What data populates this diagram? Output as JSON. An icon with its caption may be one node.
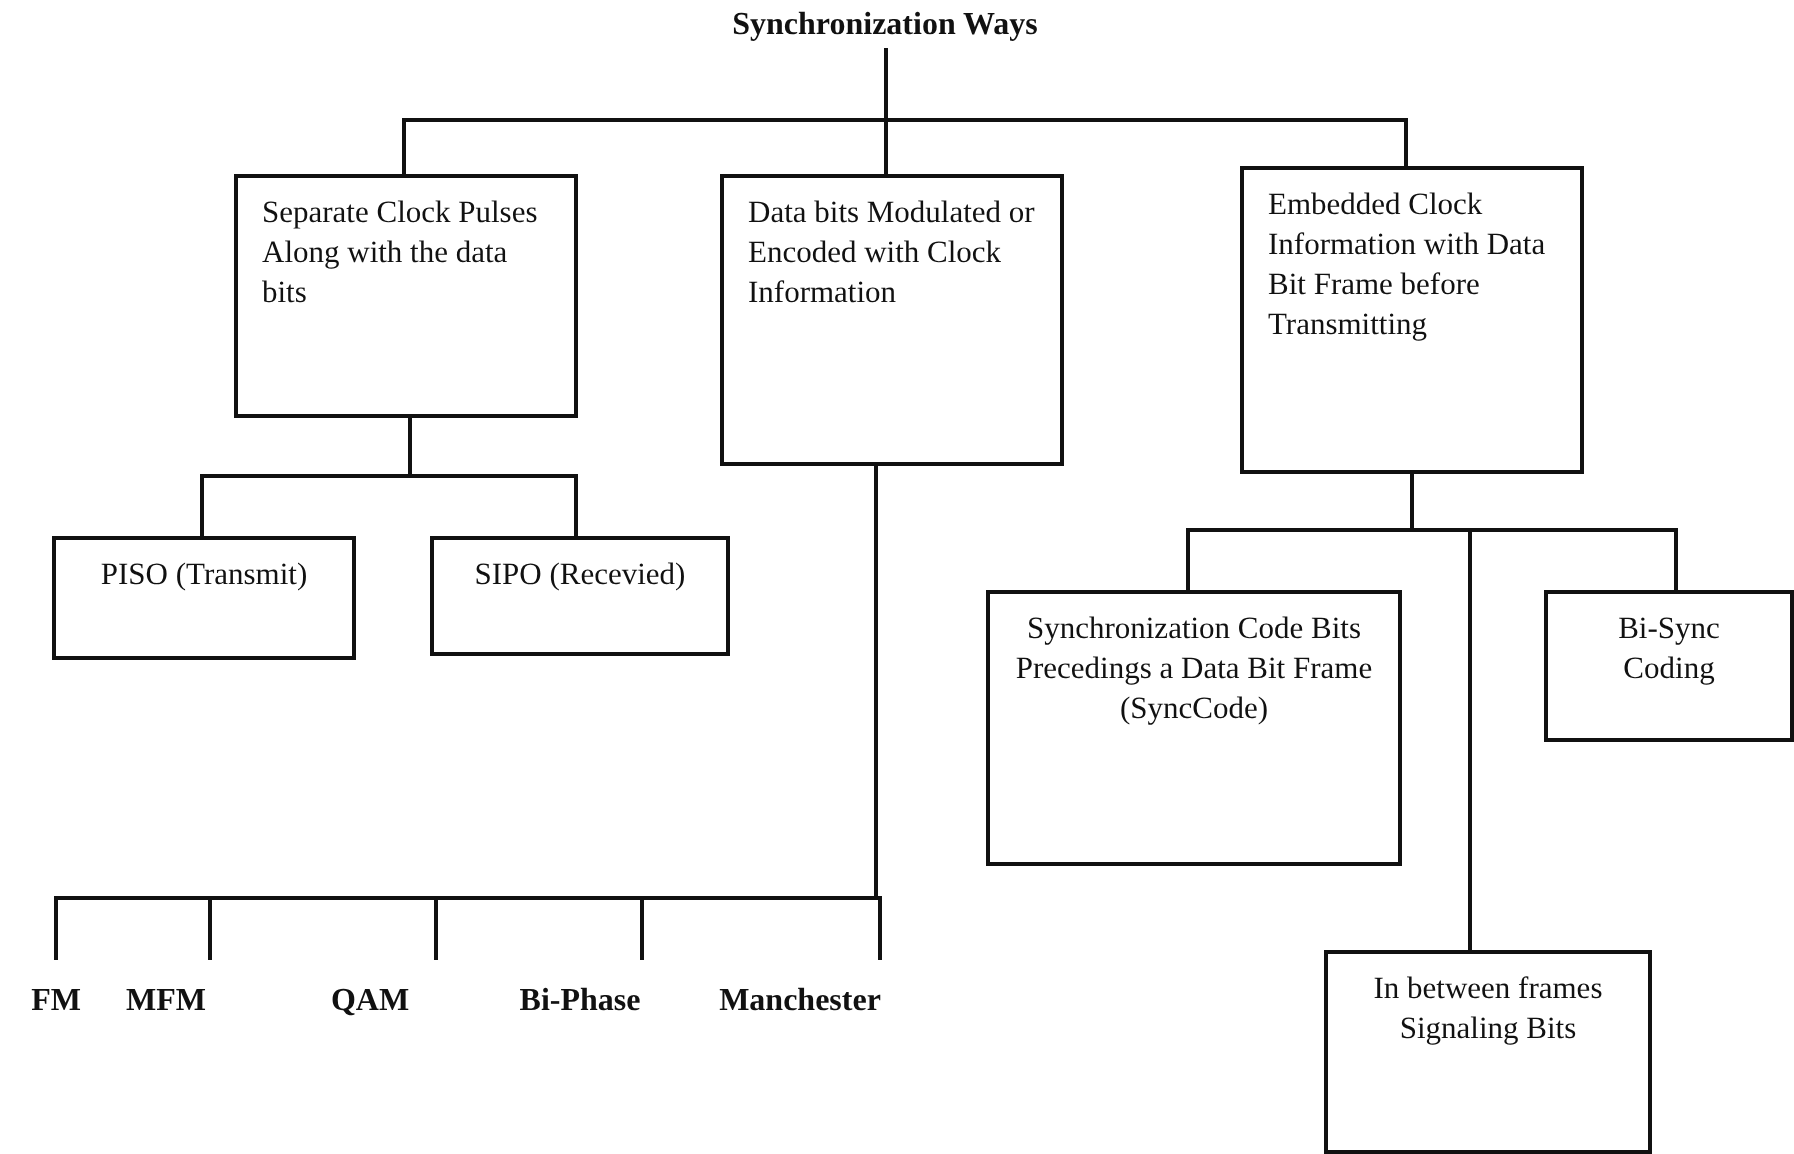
{
  "diagram": {
    "nodes": [
      {
        "text": [
          "Synchronization Ways"
        ]
      },
      {
        "text": [
          "Separate Clock Pulses Along with the data bits"
        ]
      },
      {
        "text": [
          "Data bits Modulated or Encoded with Clock Information"
        ]
      },
      {
        "text": [
          "Embedded Clock Information with Data Bit Frame before Transmitting"
        ]
      },
      {
        "text": [
          "PISO (Transmit)"
        ]
      },
      {
        "text": [
          "SIPO (Recevied)"
        ]
      },
      {
        "text": [
          "Synchronization Code Bits Precedings a Data Bit Frame (SyncCode)"
        ]
      },
      {
        "text": [
          "Bi-Sync Coding"
        ]
      },
      {
        "text": [
          "In between frames Signaling Bits"
        ]
      },
      {
        "text": [
          "FM"
        ]
      },
      {
        "text": [
          "MFM"
        ]
      },
      {
        "text": [
          "QAM"
        ]
      },
      {
        "text": [
          "Bi-Phase"
        ]
      },
      {
        "text": [
          "Manchester"
        ]
      }
    ],
    "edges": [
      {
        "from": 0,
        "to": 1,
        "arrow": "none"
      },
      {
        "from": 0,
        "to": 2,
        "arrow": "none"
      },
      {
        "from": 0,
        "to": 3,
        "arrow": "none"
      },
      {
        "from": 1,
        "to": 4,
        "arrow": "none"
      },
      {
        "from": 1,
        "to": 5,
        "arrow": "none"
      },
      {
        "from": 3,
        "to": 6,
        "arrow": "none"
      },
      {
        "from": 3,
        "to": 8,
        "arrow": "none"
      },
      {
        "from": 3,
        "to": 7,
        "arrow": "none"
      },
      {
        "from": 2,
        "to": 9,
        "arrow": "none"
      },
      {
        "from": 2,
        "to": 10,
        "arrow": "none"
      },
      {
        "from": 2,
        "to": 11,
        "arrow": "none"
      },
      {
        "from": 2,
        "to": 12,
        "arrow": "none"
      },
      {
        "from": 2,
        "to": 13,
        "arrow": "none"
      }
    ]
  }
}
